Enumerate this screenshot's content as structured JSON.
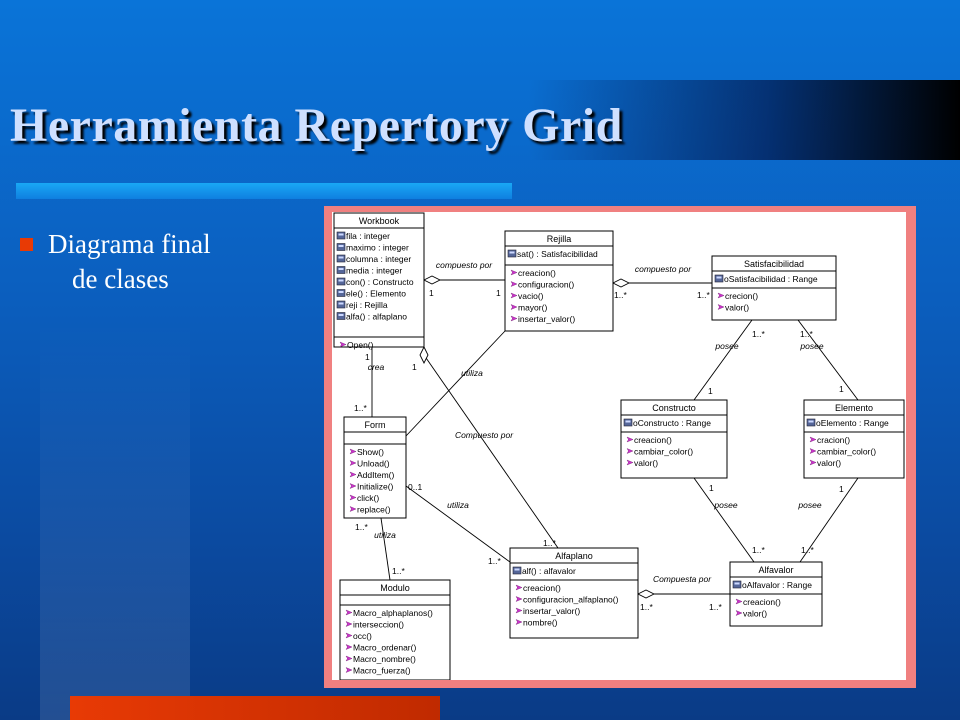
{
  "slide": {
    "title": "Herramienta Repertory Grid",
    "bullet_line1": "Diagrama final",
    "bullet_line2": "de clases"
  },
  "colors": {
    "accent_orange": "#e83a05",
    "frame_pink": "#f08080",
    "title_text": "#cfe0ff",
    "method_icon": "#cc33cc",
    "attribute_icon": "#556699"
  },
  "classes": {
    "workbook": {
      "name": "Workbook",
      "attributes": [
        "fila : integer",
        "maximo : integer",
        "columna : integer",
        "media : integer",
        "con() : Constructo",
        "ele() : Elemento",
        "reji : Rejilla",
        "alfa() : alfaplano"
      ],
      "methods": [
        "Open()"
      ]
    },
    "rejilla": {
      "name": "Rejilla",
      "attributes": [
        "sat() : Satisfacibilidad"
      ],
      "methods": [
        "creacion()",
        "configuracion()",
        "vacio()",
        "mayor()",
        "insertar_valor()"
      ]
    },
    "satisfacibilidad": {
      "name": "Satisfacibilidad",
      "attributes": [
        "oSatisfacibilidad : Range"
      ],
      "methods": [
        "crecion()",
        "valor()"
      ]
    },
    "constructo": {
      "name": "Constructo",
      "attributes": [
        "oConstructo : Range"
      ],
      "methods": [
        "creacion()",
        "cambiar_color()",
        "valor()"
      ]
    },
    "elemento": {
      "name": "Elemento",
      "attributes": [
        "oElemento : Range"
      ],
      "methods": [
        "cracion()",
        "cambiar_color()",
        "valor()"
      ]
    },
    "form": {
      "name": "Form",
      "attributes": [],
      "methods": [
        "Show()",
        "Unload()",
        "AddItem()",
        "Initialize()",
        "click()",
        "replace()"
      ]
    },
    "alfaplano": {
      "name": "Alfaplano",
      "attributes": [
        "alf() : alfavalor"
      ],
      "methods": [
        "creacion()",
        "configuracion_alfaplano()",
        "insertar_valor()",
        "nombre()"
      ]
    },
    "alfavalor": {
      "name": "Alfavalor",
      "attributes": [
        "oAlfavalor : Range"
      ],
      "methods": [
        "creacion()",
        "valor()"
      ]
    },
    "modulo": {
      "name": "Modulo",
      "attributes": [],
      "methods": [
        "Macro_alphaplanos()",
        "interseccion()",
        "occ()",
        "Macro_ordenar()",
        "Macro_nombre()",
        "Macro_fuerza()"
      ]
    }
  },
  "associations": {
    "wb_rejilla": {
      "label": "compuesto por",
      "m1": "1",
      "m2": "1"
    },
    "rej_sat": {
      "label": "compuesto por",
      "m1": "1..*",
      "m2": "1..*"
    },
    "sat_con": {
      "label": "posee",
      "m1": "1..*",
      "m2": "1"
    },
    "sat_ele": {
      "label": "posee",
      "m1": "1..*",
      "m2": "1"
    },
    "con_alfv": {
      "label": "posee",
      "m1": "1",
      "m2": "1..*"
    },
    "ele_alfv": {
      "label": "posee",
      "m1": "1",
      "m2": "1..*"
    },
    "alfp_alfv": {
      "label": "Compuesta por",
      "m1": "1..*",
      "m2": "1..*"
    },
    "wb_form": {
      "label": "crea",
      "m1": "1",
      "m2": "1..*"
    },
    "form_rej": {
      "label": "utiliza"
    },
    "wb_alfp": {
      "label": "Compuesto por",
      "m1": "1",
      "m2": "1..*"
    },
    "form_alfp": {
      "label": "utiliza",
      "m1": "0..1",
      "m2": "1..*"
    },
    "form_mod": {
      "label": "utiliza",
      "m1": "1..*",
      "m2": "1..*"
    }
  }
}
